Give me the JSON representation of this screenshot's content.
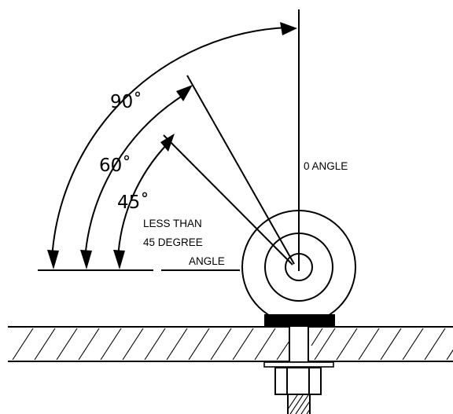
{
  "labels": {
    "angle_90": "90˚",
    "angle_60": "60˚",
    "angle_45": "45˚",
    "zero_angle": "0 ANGLE",
    "less_than_line1": "LESS THAN",
    "less_than_line2": "45 DEGREE",
    "less_than_line3": "ANGLE"
  }
}
